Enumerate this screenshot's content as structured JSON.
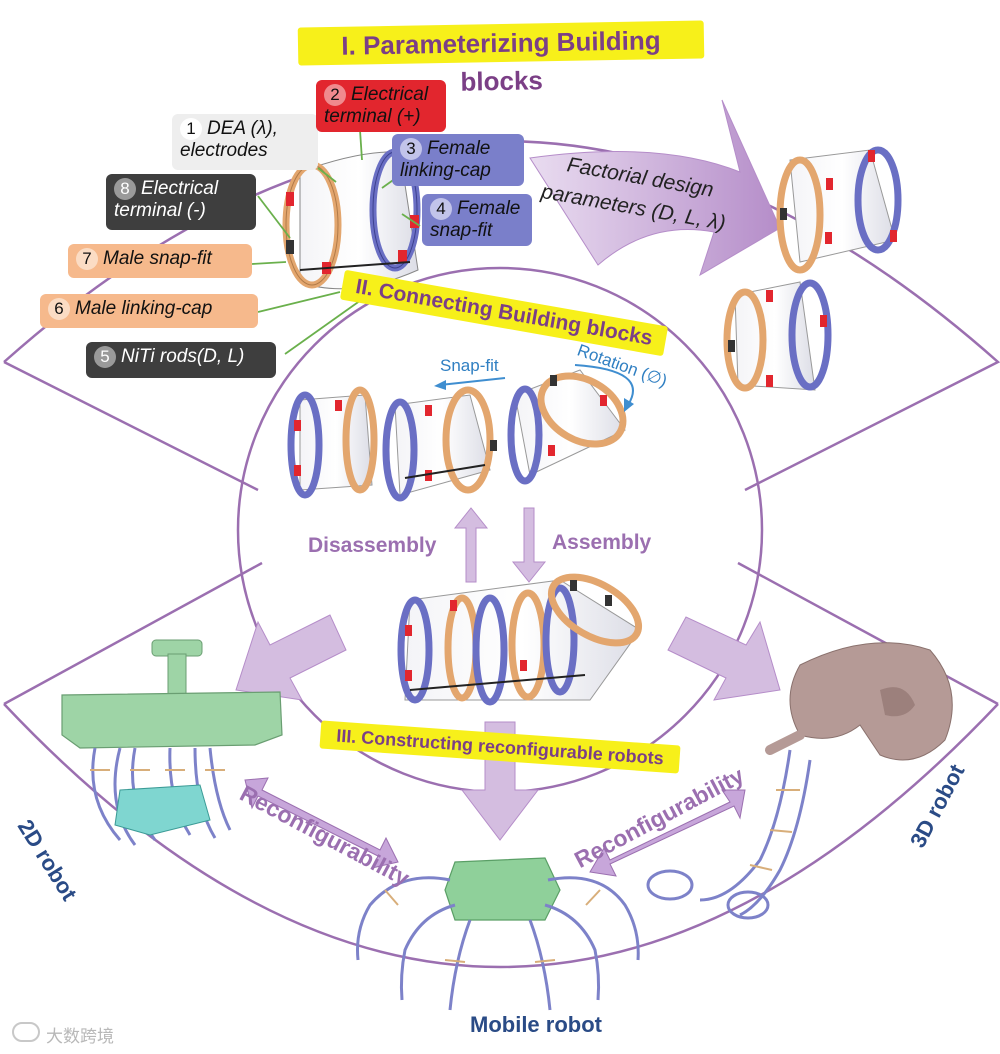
{
  "sections": {
    "one": "I. Parameterizing Building blocks",
    "two": "II. Connecting Building blocks",
    "three": "III. Constructing reconfigurable robots"
  },
  "parts": [
    {
      "num": "1",
      "text": "DEA (λ), electrodes"
    },
    {
      "num": "2",
      "text": "Electrical terminal (+)"
    },
    {
      "num": "3",
      "text": "Female linking-cap"
    },
    {
      "num": "4",
      "text": "Female snap-fit"
    },
    {
      "num": "5",
      "text": "NiTi rods(D, L)"
    },
    {
      "num": "6",
      "text": "Male linking-cap"
    },
    {
      "num": "7",
      "text": "Male snap-fit"
    },
    {
      "num": "8",
      "text": "Electrical terminal (-)"
    }
  ],
  "factorial": {
    "line1": "Factorial design",
    "line2": "parameters (D, L, λ)"
  },
  "connect": {
    "snapfit": "Snap-fit",
    "rotation": "Rotation (∅)",
    "disassembly": "Disassembly",
    "assembly": "Assembly"
  },
  "reconfig_left": "Reconfigurability",
  "reconfig_right": "Reconfigurability",
  "robots": {
    "left": "2D robot",
    "right": "3D robot",
    "bottom": "Mobile robot"
  },
  "watermark": "大数跨境",
  "colors": {
    "outline": "#9b6fb0",
    "ring_blue": "#6a6fc4",
    "ring_orange": "#e3a66e",
    "terminal_red": "#e2262e",
    "banner_yellow": "#f7f01a",
    "robot_text": "#2a4b86",
    "green_body": "#9ed4a6",
    "elephant": "#b59a96"
  }
}
